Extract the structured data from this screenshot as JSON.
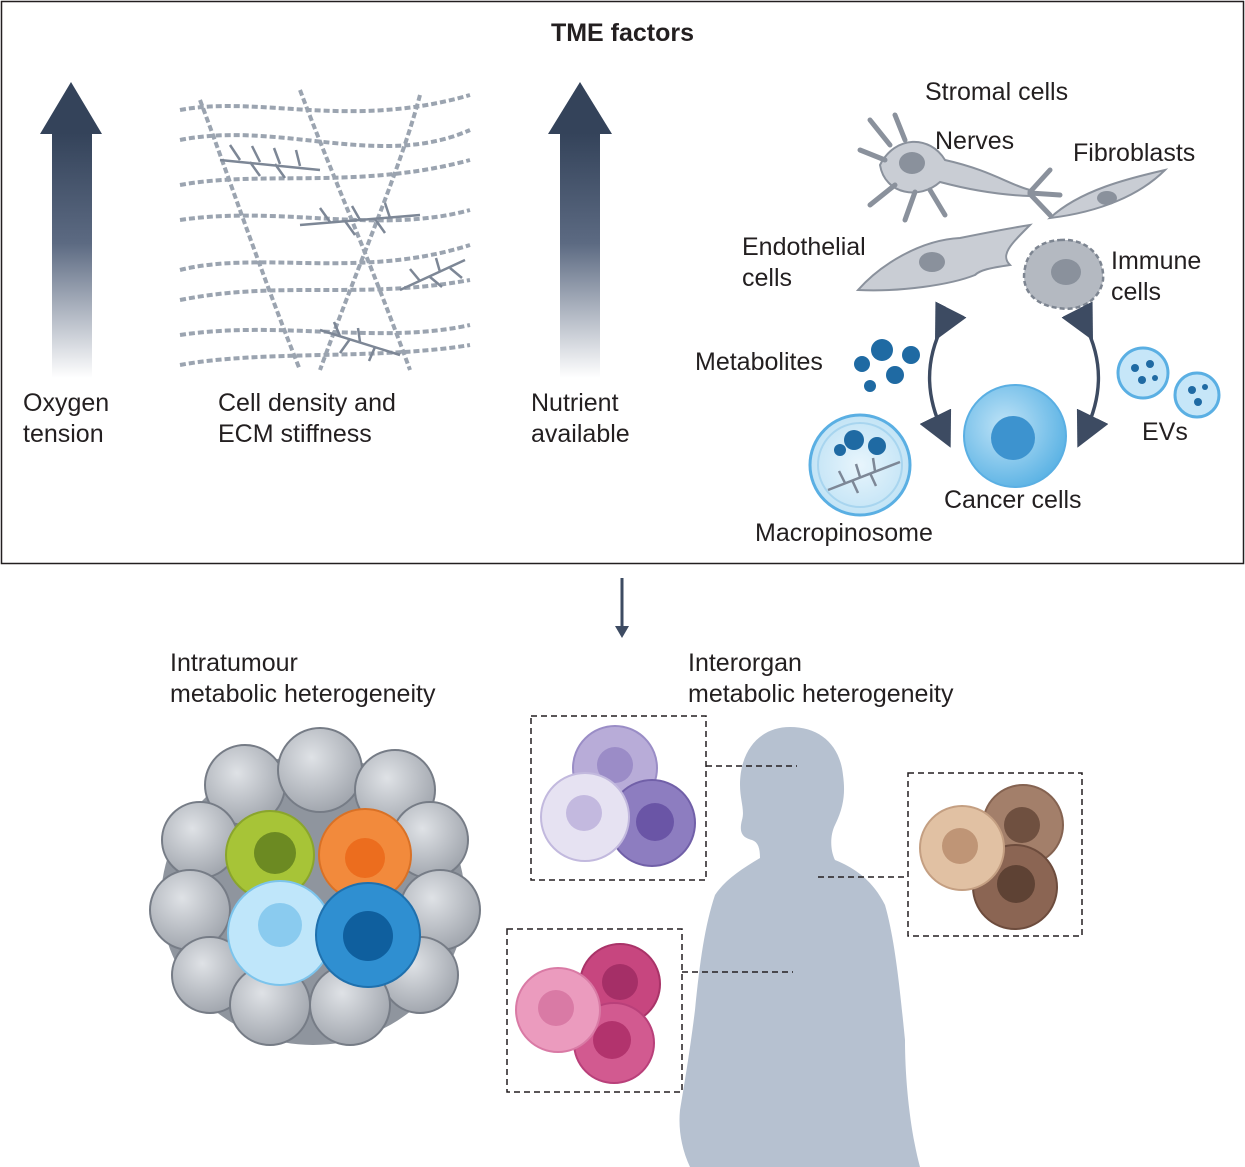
{
  "title": "TME factors",
  "factors": {
    "oxygen": "Oxygen\ntension",
    "density": "Cell density and\nECM stiffness",
    "nutrient": "Nutrient\navailable"
  },
  "network": {
    "stromal": "Stromal cells",
    "nerves": "Nerves",
    "fibroblasts": "Fibroblasts",
    "endothelial": "Endothelial\ncells",
    "immune": "Immune\ncells",
    "metabolites": "Metabolites",
    "evs": "EVs",
    "cancer": "Cancer cells",
    "macropinosome": "Macropinosome"
  },
  "bottom": {
    "intratumour": "Intratumour\nmetabolic heterogeneity",
    "interorgan": "Interorgan\nmetabolic heterogeneity"
  },
  "colors": {
    "arrow_dark": "#3d4b62",
    "cancer_blue": "#4aa5dd",
    "human_silhouette": "#b3bfcf",
    "gray_cells": "#b4b8bf",
    "purple_cells": "#8a7fbf",
    "pink_cells": "#c04a84",
    "brown_cells": "#8a6a58"
  }
}
